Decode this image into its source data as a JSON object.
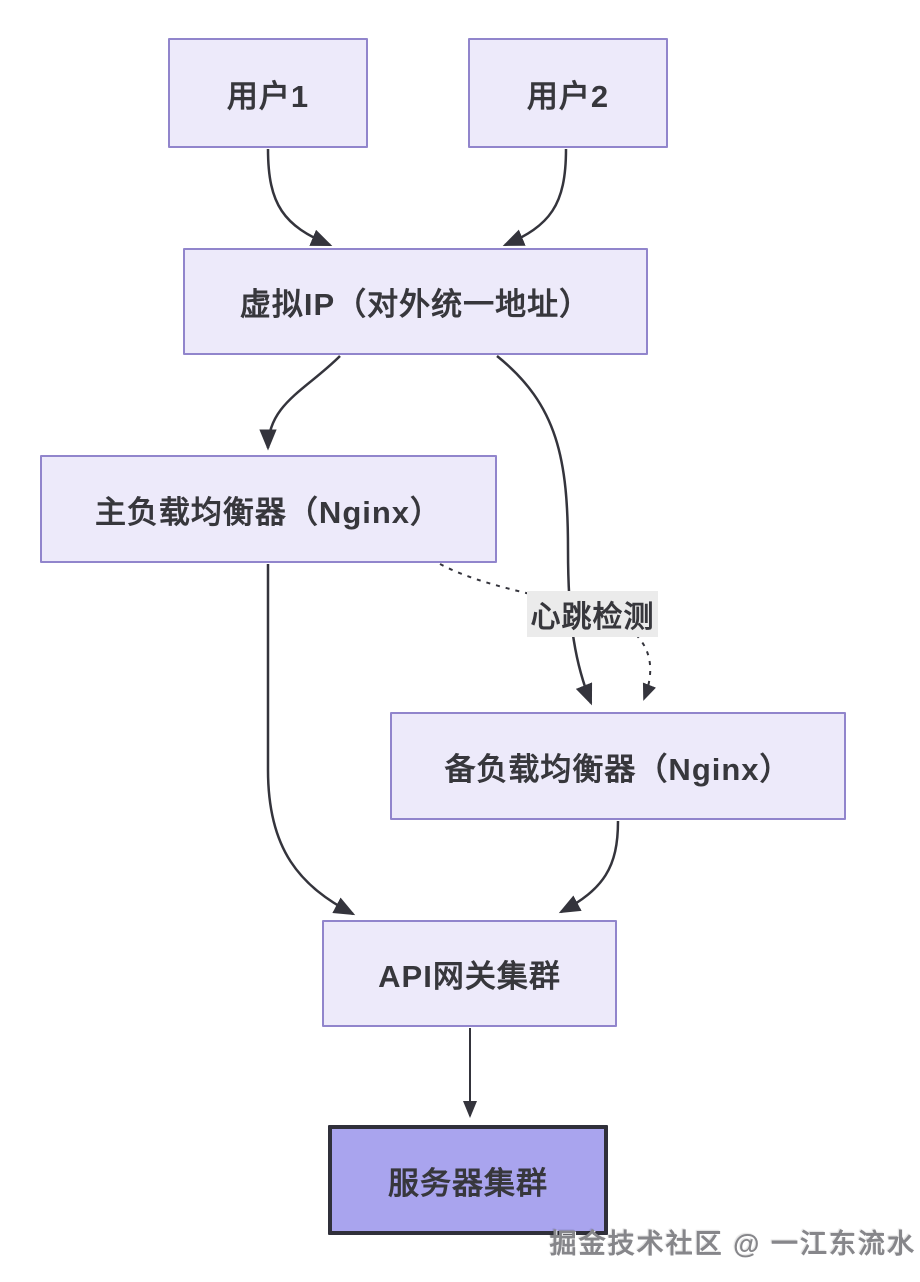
{
  "diagram": {
    "title": "Nginx load-balancer high-availability architecture",
    "nodes": [
      {
        "id": "user1",
        "label": "用户1"
      },
      {
        "id": "user2",
        "label": "用户2"
      },
      {
        "id": "vip",
        "label": "虚拟IP（对外统一地址）"
      },
      {
        "id": "primary_lb",
        "label": "主负载均衡器（Nginx）"
      },
      {
        "id": "backup_lb",
        "label": "备负载均衡器（Nginx）"
      },
      {
        "id": "api_gateway",
        "label": "API网关集群"
      },
      {
        "id": "server_cluster",
        "label": "服务器集群"
      }
    ],
    "edges": [
      {
        "from": "user1",
        "to": "vip",
        "style": "solid"
      },
      {
        "from": "user2",
        "to": "vip",
        "style": "solid"
      },
      {
        "from": "vip",
        "to": "primary_lb",
        "style": "solid"
      },
      {
        "from": "vip",
        "to": "backup_lb",
        "style": "solid"
      },
      {
        "from": "primary_lb",
        "to": "api_gateway",
        "style": "solid"
      },
      {
        "from": "backup_lb",
        "to": "api_gateway",
        "style": "solid"
      },
      {
        "from": "primary_lb",
        "to": "backup_lb",
        "style": "dashed",
        "label": "心跳检测"
      },
      {
        "from": "api_gateway",
        "to": "server_cluster",
        "style": "solid"
      }
    ],
    "watermark": "掘金技术社区 @ 一江东流水",
    "colors": {
      "node_fill": "#edeafa",
      "node_border": "#9185cc",
      "emphasis_fill": "#a9a4ee",
      "emphasis_border": "#30303a",
      "arrow": "#34343c",
      "edge_label_bg": "#ebebeb",
      "text": "#37373c",
      "watermark": "#86868a"
    }
  }
}
